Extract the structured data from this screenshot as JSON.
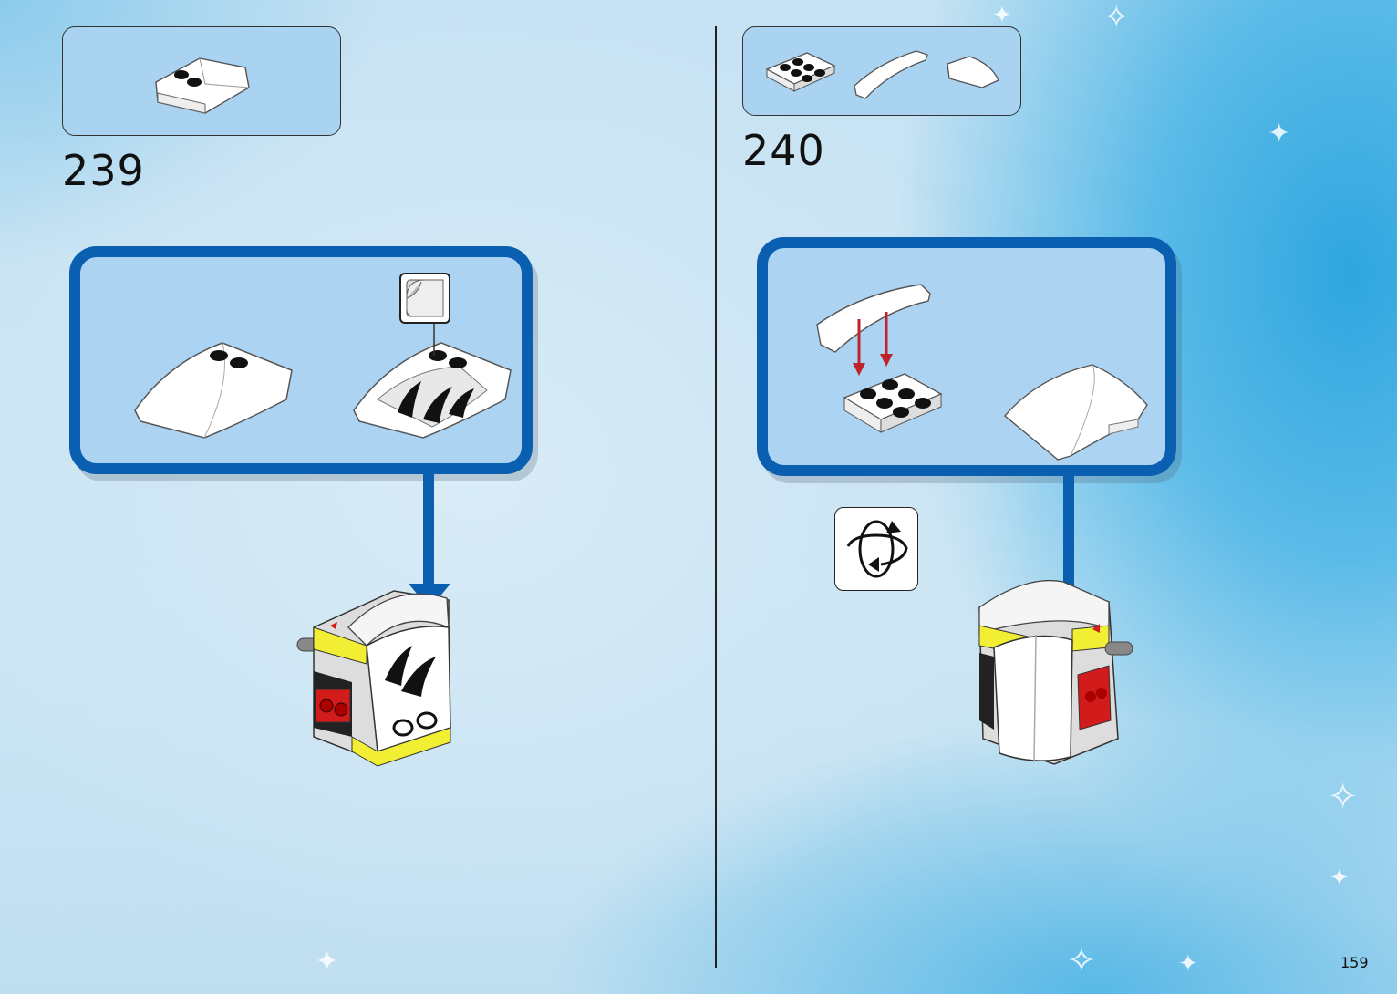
{
  "steps": [
    {
      "number": "239"
    },
    {
      "number": "240"
    }
  ],
  "page_number": "159",
  "icons": {
    "rotate": "rotate-model-icon",
    "sticker": "sticker-icon"
  },
  "colors": {
    "frame_blue": "#0a5fb0",
    "parts_bg": "#a9d3f1",
    "arrow_red": "#c0222c"
  }
}
